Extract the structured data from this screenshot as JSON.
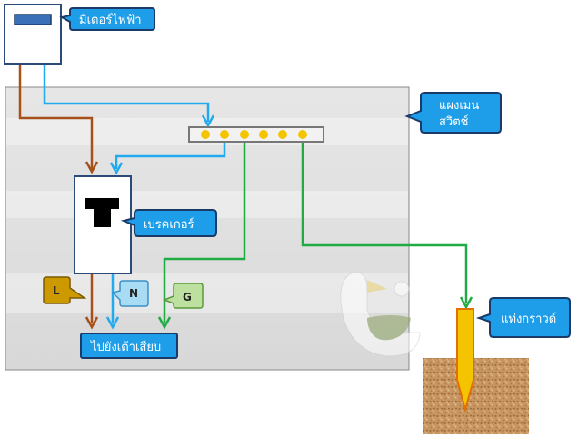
{
  "labels": {
    "meter": "มิเตอร์ไฟฟ้า",
    "main_switch_line1": "แผงเมน",
    "main_switch_line2": "สวิตช์",
    "breaker": "เบรคเกอร์",
    "ground_rod": "แท่งกราวด์",
    "outlet": "ไปยังเต้าเสียบ",
    "line_L": "L",
    "line_N": "N",
    "line_G": "G"
  },
  "colors": {
    "live_wire": "#a8501a",
    "neutral_wire": "#22aaee",
    "ground_wire": "#22aa44",
    "callout_fill": "#1e9ee8",
    "callout_border": "#1a3a6a",
    "tag_L": "#cc9900",
    "tag_N": "#a8dcf5",
    "tag_G": "#bde0a0",
    "terminal_dot": "#f5c400",
    "panel_bg": "#e2e2e2",
    "ground_rod": "#f5c400",
    "soil": "#c89060"
  },
  "icons": {
    "breaker_switch": "breaker-t-icon",
    "watermark": "bird-watermark-icon"
  }
}
